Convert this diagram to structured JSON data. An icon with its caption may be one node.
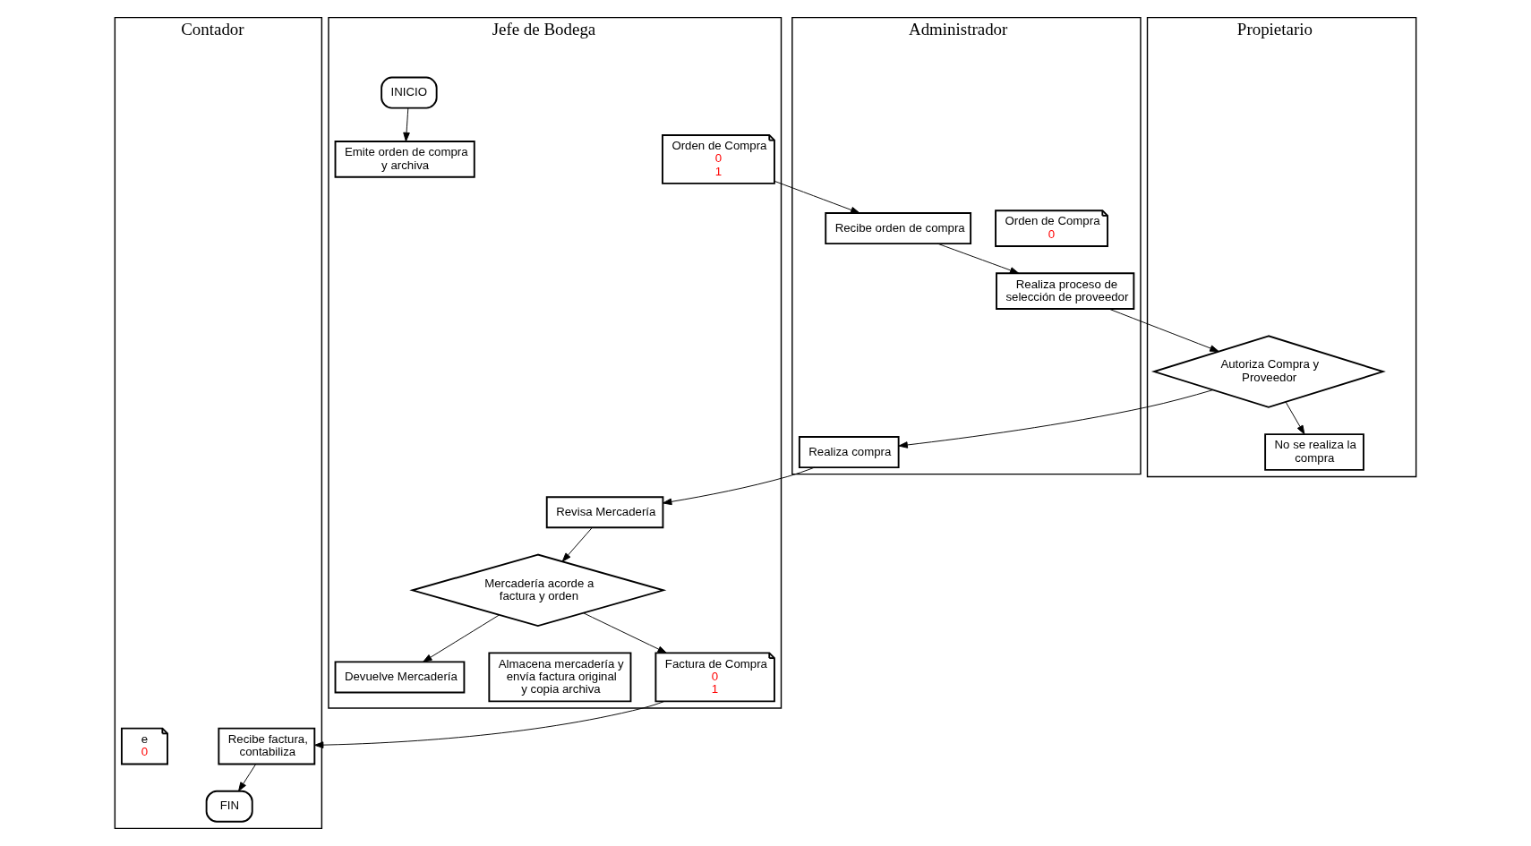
{
  "diagram": {
    "nodes": [
      {
        "text": [
          "Jefe de Bodega"
        ]
      },
      {
        "text": [
          "Administrador"
        ]
      },
      {
        "text": [
          "Propietario"
        ]
      },
      {
        "text": [
          "Contador"
        ]
      },
      {
        "text": [
          "INICIO"
        ],
        "in": 0
      },
      {
        "text": [
          "Emite orden de compra y archiva"
        ],
        "in": 0
      },
      {
        "text": [
          "Orden de Compra",
          "0",
          "1"
        ],
        "in": 0
      },
      {
        "text": [
          "Recibe orden de compra"
        ],
        "in": 1
      },
      {
        "text": [
          "Orden de Compra",
          "0"
        ],
        "in": 1
      },
      {
        "text": [
          "Realiza proceso de selección de proveedor"
        ],
        "in": 1
      },
      {
        "text": [
          "Autoriza Compra y Proveedor"
        ],
        "in": 2
      },
      {
        "text": [
          "Realiza compra"
        ],
        "in": 1
      },
      {
        "text": [
          "No se realiza la compra"
        ],
        "in": 2
      },
      {
        "text": [
          "Revisa Mercadería"
        ],
        "in": 0
      },
      {
        "text": [
          "Mercadería acorde a factura y orden"
        ],
        "in": 0
      },
      {
        "text": [
          "Devuelve Mercadería"
        ],
        "in": 0
      },
      {
        "text": [
          "Almacena mercadería y envía factura original y copia archiva"
        ],
        "in": 0
      },
      {
        "text": [
          "Factura de Compra",
          "0",
          "1"
        ],
        "in": 0
      },
      {
        "text": [
          "e",
          "0"
        ],
        "in": 3
      },
      {
        "text": [
          "Recibe factura, contabiliza"
        ],
        "in": 3
      },
      {
        "text": [
          "FIN"
        ],
        "in": 3
      }
    ],
    "edges": [
      {
        "from": 4,
        "to": 5,
        "arrow": "to"
      },
      {
        "from": 6,
        "to": 7,
        "arrow": "to"
      },
      {
        "from": 7,
        "to": 9,
        "arrow": "to"
      },
      {
        "from": 9,
        "to": 10,
        "arrow": "to"
      },
      {
        "from": 10,
        "to": 11,
        "arrow": "to"
      },
      {
        "from": 11,
        "to": 13,
        "arrow": "to"
      },
      {
        "from": 10,
        "to": 12,
        "arrow": "to"
      },
      {
        "from": 13,
        "to": 14,
        "arrow": "to"
      },
      {
        "from": 14,
        "to": 15,
        "arrow": "to"
      },
      {
        "from": 14,
        "to": 17,
        "arrow": "to"
      },
      {
        "from": 17,
        "to": 19,
        "arrow": "to"
      },
      {
        "from": 19,
        "to": 20,
        "arrow": "to"
      }
    ]
  }
}
